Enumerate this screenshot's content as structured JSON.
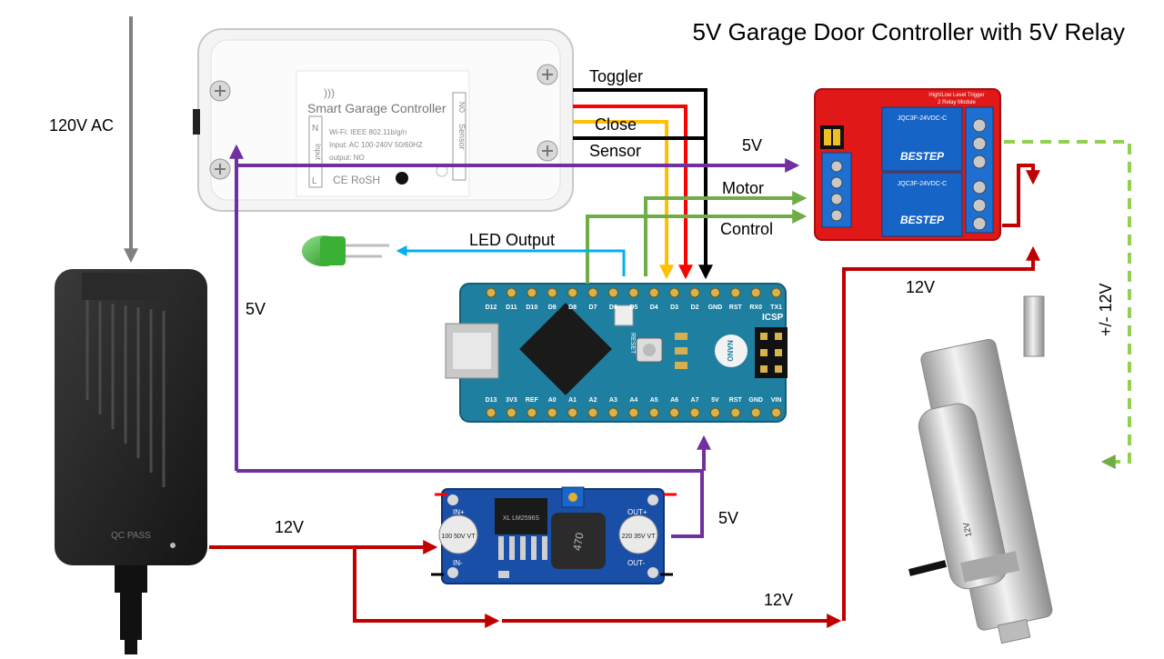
{
  "title": "5V Garage Door Controller with 5V Relay",
  "labels": {
    "ac_in": "120V AC",
    "toggler": "Toggler",
    "close": "Close",
    "sensor": "Sensor",
    "relay_5v": "5V",
    "motor": "Motor",
    "control": "Control",
    "led_output": "LED Output",
    "left_5v": "5V",
    "relay_12v": "12V",
    "pm_12v": "+/- 12V",
    "psu_12v": "12V",
    "buck_5v": "5V",
    "bottom_12v": "12V"
  },
  "smart_controller": {
    "brand": "Smart Garage Controller",
    "spec_wifi": "Wi-Fi: IEEE 802.11b/g/n",
    "spec_input": "Input: AC 100-240V  50/60HZ",
    "spec_output": "output: NO",
    "cert": "CE RoSH",
    "n_label": "N",
    "input_label": "Input",
    "l_label": "L",
    "no_label": "NO",
    "sensor_label": "Sensor"
  },
  "arduino": {
    "top_pins": [
      "D12",
      "D11",
      "D10",
      "D9",
      "D8",
      "D7",
      "D6",
      "D5",
      "D4",
      "D3",
      "D2",
      "GND",
      "RST",
      "RX0",
      "TX1"
    ],
    "bottom_pins": [
      "D13",
      "3V3",
      "REF",
      "A0",
      "A1",
      "A2",
      "A3",
      "A4",
      "A5",
      "A6",
      "A7",
      "5V",
      "RST",
      "GND",
      "VIN"
    ],
    "icsp": "ICSP",
    "nano": "NANO",
    "reset": "RESET"
  },
  "relay": {
    "title": "2 Relay Module",
    "header": "High/Low Level Trigger",
    "relay_brand": "BESTEP",
    "relay_model": "JQC3F-24VDC-C"
  },
  "buck": {
    "cap_left": "100 50V VT",
    "cap_right": "220 35V VT",
    "inductor": "470",
    "chip": "XL LM2596S",
    "in_plus": "IN+",
    "in_minus": "IN-",
    "out_plus": "OUT+",
    "out_minus": "OUT-"
  },
  "psu": {
    "mark": "QC PASS"
  },
  "actuator": {
    "label": "12V"
  },
  "colors": {
    "purple": "#7030a0",
    "red": "#c00000",
    "green": "#70ad47",
    "yellow": "#ffc000",
    "black": "#000000",
    "blue": "#00b0f0",
    "gray": "#808080",
    "bright_red": "#ff0000"
  }
}
